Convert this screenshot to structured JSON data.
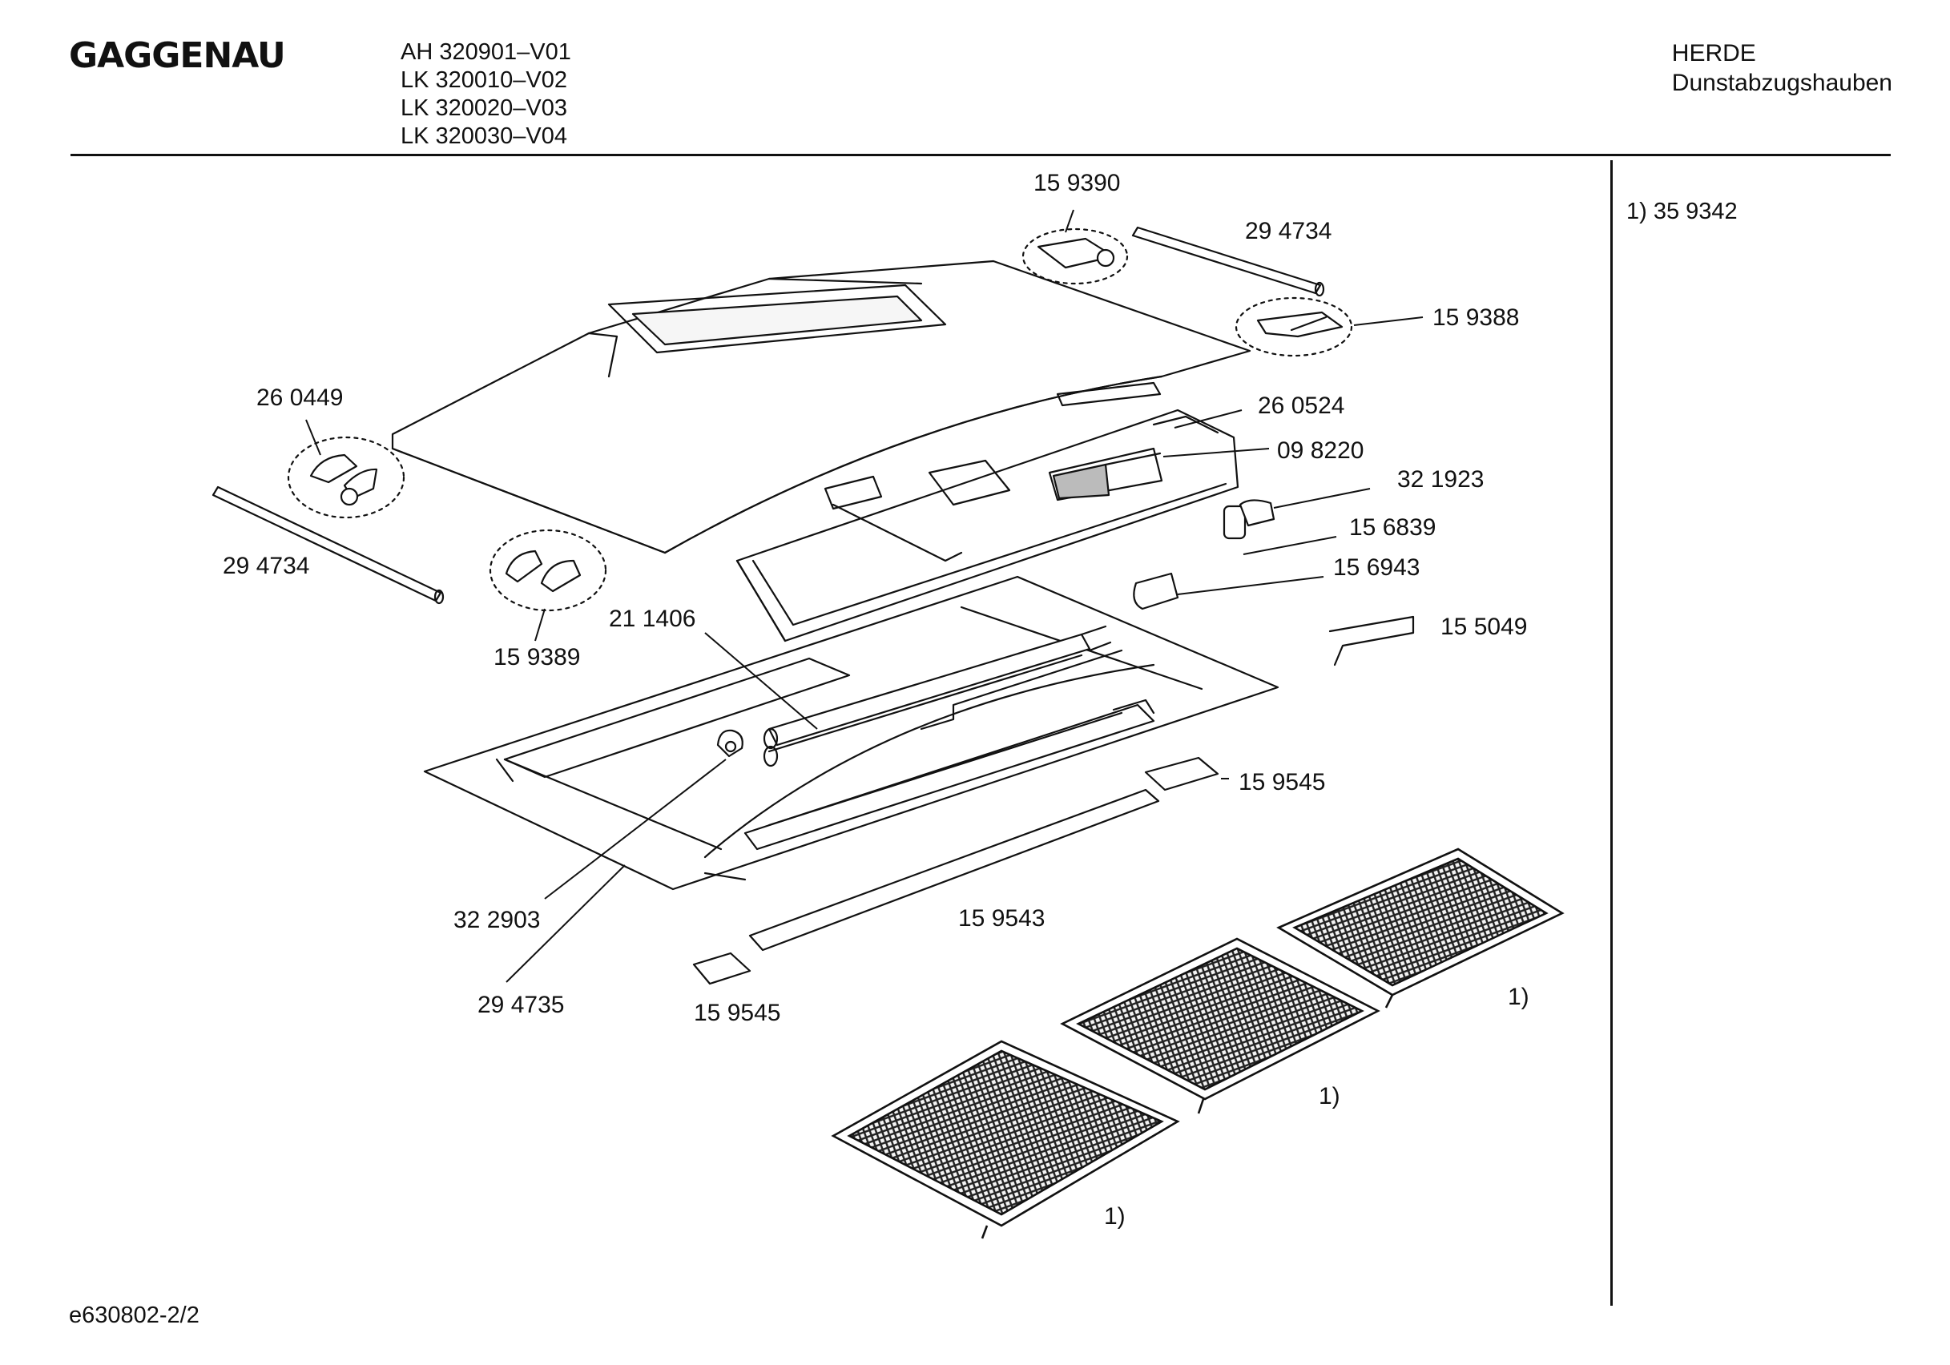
{
  "header": {
    "brand": "GAGGENAU",
    "models": [
      "AH 320901–V01",
      "LK 320010–V02",
      "LK 320020–V03",
      "LK 320030–V04"
    ],
    "category_line1": "HERDE",
    "category_line2": "Dunstabzugshauben"
  },
  "sidebar": {
    "footnote": "1) 35 9342"
  },
  "footer": {
    "doc_id": "e630802-2/2"
  },
  "callouts": {
    "c159390": "15 9390",
    "c294734_top": "29 4734",
    "c159388": "15 9388",
    "c260449": "26 0449",
    "c260524": "26 0524",
    "c098220": "09 8220",
    "c321923": "32 1923",
    "c156839": "15 6839",
    "c156943": "15 6943",
    "c294734_left": "29 4734",
    "c159389": "15 9389",
    "c211406": "21 1406",
    "c155049": "15 5049",
    "c159545_right": "15 9545",
    "c322903": "32 2903",
    "c159543": "15 9543",
    "c294735": "29 4735",
    "c159545_bottom": "15 9545",
    "filter_note_1": "1)",
    "filter_note_2": "1)",
    "filter_note_3": "1)"
  }
}
